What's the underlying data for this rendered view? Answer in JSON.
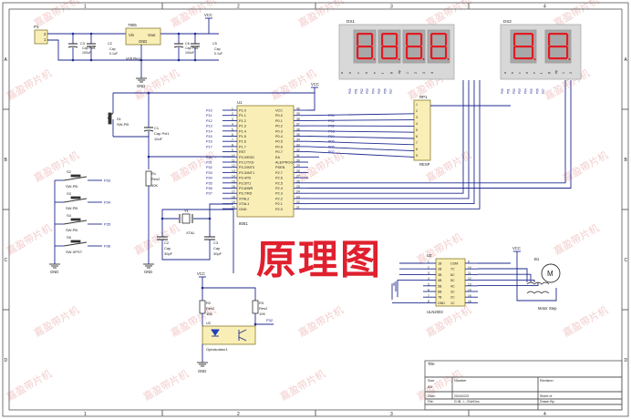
{
  "frame": {
    "cols": [
      "1",
      "2",
      "3",
      "4"
    ],
    "rows": [
      "A",
      "B",
      "C",
      "D"
    ]
  },
  "power": {
    "p1_label": "P1",
    "p1_pins": [
      "2",
      "1"
    ],
    "vcc": "VCC",
    "gnd": "GND",
    "reg_name": "7805",
    "reg_vin": "Vin",
    "reg_vout": "Vout",
    "reg_gnd": "GND",
    "reg_desc": "Volt Reg",
    "c3": {
      "ref": "C3",
      "desc": "Cap Pol1",
      "val": "100uF"
    },
    "c2": {
      "ref": "C2",
      "desc": "Cap",
      "val": "0.1uF"
    },
    "c6": {
      "ref": "C6",
      "desc": "Cap Pol1",
      "val": "100uF"
    },
    "c5": {
      "ref": "C5",
      "desc": "Cap",
      "val": "0.1uF"
    }
  },
  "reset": {
    "s1_ref": "S1",
    "s1_type": "SW-PB",
    "c1_ref": "C1",
    "c1_desc": "Cap Pol1",
    "c1_val": "10uF",
    "r1_ref": "R1",
    "r1_desc": "Res2",
    "r1_val": "10K"
  },
  "switches": [
    {
      "ref": "S2",
      "type": "SW-PB",
      "net": "P33"
    },
    {
      "ref": "S3",
      "type": "SW-PB",
      "net": "P34"
    },
    {
      "ref": "S4",
      "type": "SW-PB",
      "net": "P35"
    },
    {
      "ref": "S5",
      "type": "SW-SPST",
      "net": "P36"
    }
  ],
  "crystal": {
    "y1_ref": "Y1",
    "y1_desc": "XTAL",
    "c2_ref": "C2",
    "c2_desc": "Cap",
    "c2_val": "30pF",
    "c3_ref": "C3",
    "c3_desc": "Cap",
    "c3_val": "30pF"
  },
  "mcu": {
    "ref": "U1",
    "name": "8051",
    "left_pins": [
      {
        "name": "P1.0",
        "num": "1",
        "net": "P10"
      },
      {
        "name": "P1.1",
        "num": "2",
        "net": "P11"
      },
      {
        "name": "P1.2",
        "num": "3",
        "net": "P12"
      },
      {
        "name": "P1.3",
        "num": "4",
        "net": "P13"
      },
      {
        "name": "P1.4",
        "num": "5",
        "net": "P14"
      },
      {
        "name": "P1.5",
        "num": "6",
        "net": "P15"
      },
      {
        "name": "P1.6",
        "num": "7",
        "net": "P16"
      },
      {
        "name": "P1.7",
        "num": "8",
        "net": "P17"
      },
      {
        "name": "RST",
        "num": "9",
        "net": ""
      },
      {
        "name": "P3.0/RXD",
        "num": "10",
        "net": "P30"
      },
      {
        "name": "P3.1/TXD",
        "num": "11",
        "net": "P31"
      },
      {
        "name": "P3.2/INT0",
        "num": "12",
        "net": "P32"
      },
      {
        "name": "P3.3/INT1",
        "num": "13",
        "net": "P33"
      },
      {
        "name": "P3.4/T0",
        "num": "14",
        "net": "P34"
      },
      {
        "name": "P3.5/T1",
        "num": "15",
        "net": "P35"
      },
      {
        "name": "P3.6/WR",
        "num": "16",
        "net": "P36"
      },
      {
        "name": "P3.7/RD",
        "num": "17",
        "net": "P37"
      },
      {
        "name": "XTAL2",
        "num": "18",
        "net": ""
      },
      {
        "name": "XTAL1",
        "num": "19",
        "net": ""
      },
      {
        "name": "GND",
        "num": "20",
        "net": ""
      }
    ],
    "right_pins": [
      {
        "name": "VCC",
        "num": "40",
        "net": ""
      },
      {
        "name": "P0.0",
        "num": "39",
        "net": "P00"
      },
      {
        "name": "P0.1",
        "num": "38",
        "net": "P01"
      },
      {
        "name": "P0.2",
        "num": "37",
        "net": "P02"
      },
      {
        "name": "P0.3",
        "num": "36",
        "net": "P03"
      },
      {
        "name": "P0.4",
        "num": "35",
        "net": "P04"
      },
      {
        "name": "P0.5",
        "num": "34",
        "net": "P05"
      },
      {
        "name": "P0.6",
        "num": "33",
        "net": "P06"
      },
      {
        "name": "P0.7",
        "num": "32",
        "net": "P07"
      },
      {
        "name": "EA",
        "num": "31",
        "net": ""
      },
      {
        "name": "ALE/PROG",
        "num": "30",
        "net": ""
      },
      {
        "name": "PSEN",
        "num": "29",
        "net": ""
      },
      {
        "name": "P2.7",
        "num": "28",
        "net": ""
      },
      {
        "name": "P2.6",
        "num": "27",
        "net": ""
      },
      {
        "name": "P2.5",
        "num": "26",
        "net": ""
      },
      {
        "name": "P2.4",
        "num": "25",
        "net": ""
      },
      {
        "name": "P2.3",
        "num": "24",
        "net": ""
      },
      {
        "name": "P2.2",
        "num": "23",
        "net": ""
      },
      {
        "name": "P2.1",
        "num": "22",
        "net": ""
      },
      {
        "name": "P2.0",
        "num": "21",
        "net": ""
      }
    ]
  },
  "rp1": {
    "ref": "RP1",
    "desc": "RESP",
    "pins": [
      "1",
      "2",
      "3",
      "4",
      "5",
      "6",
      "7",
      "8",
      "9"
    ]
  },
  "ds1": {
    "ref": "DS1",
    "digits": 4,
    "seg_labels": [
      "a",
      "b",
      "c",
      "d",
      "e",
      "f",
      "g",
      "dp",
      "1",
      "2",
      "3",
      "4"
    ],
    "net_labels": [
      "P00",
      "P01",
      "P02",
      "P03",
      "P04",
      "P05",
      "P06",
      "P07"
    ]
  },
  "ds2": {
    "ref": "DS2",
    "digits": 2,
    "seg_labels": [
      "a",
      "b",
      "c",
      "d",
      "e",
      "f",
      "g",
      "dp",
      "1",
      "2"
    ],
    "net_labels": [
      "P00",
      "P01",
      "P02",
      "P03",
      "P04",
      "P05",
      "P06",
      "P07"
    ]
  },
  "uln": {
    "ref": "U3",
    "name": "ULN2003",
    "in_pins": [
      {
        "name": "1B",
        "num": "1"
      },
      {
        "name": "2B",
        "num": "2"
      },
      {
        "name": "3B",
        "num": "3"
      },
      {
        "name": "4B",
        "num": "4"
      },
      {
        "name": "5B",
        "num": "5"
      },
      {
        "name": "6B",
        "num": "6"
      },
      {
        "name": "7B",
        "num": "7"
      },
      {
        "name": "GND",
        "num": "8"
      }
    ],
    "out_pins": [
      {
        "name": "COM",
        "num": "9"
      },
      {
        "name": "7C",
        "num": "10"
      },
      {
        "name": "6C",
        "num": "11"
      },
      {
        "name": "5C",
        "num": "12"
      },
      {
        "name": "4C",
        "num": "13"
      },
      {
        "name": "3C",
        "num": "14"
      },
      {
        "name": "2C",
        "num": "15"
      },
      {
        "name": "1C",
        "num": "16"
      }
    ]
  },
  "motor": {
    "ref": "B1",
    "symbol": "M",
    "desc": "Motor Step",
    "vcc": "VCC"
  },
  "opto": {
    "vcc": "VCC",
    "r2": {
      "ref": "R2",
      "desc": "Res2",
      "val": "10K"
    },
    "r3": {
      "ref": "R3",
      "desc": "Res2",
      "val": "10K"
    },
    "u2_ref": "U2",
    "u2_name": "Optoisolator1",
    "net": "P32",
    "gnd": "GND"
  },
  "titleblock": {
    "title_label": "Title",
    "size_label": "Size",
    "size_val": "A4",
    "number_label": "Number",
    "revision_label": "Revision",
    "date_label": "Date:",
    "date_val": "2024/2/23",
    "sheet_label": "Sheet  of",
    "file_label": "File:",
    "file_val": "G:\\B...\\...\\SchDoc",
    "drawn_label": "Drawn By:"
  },
  "banner_text": "原理图",
  "watermark_text": "嘉盈带片机",
  "colors": {
    "wire": "#1f2a8f",
    "seg": "#e11b22",
    "seg_bg": "#a8a8a8",
    "banner": "#e0202e"
  }
}
